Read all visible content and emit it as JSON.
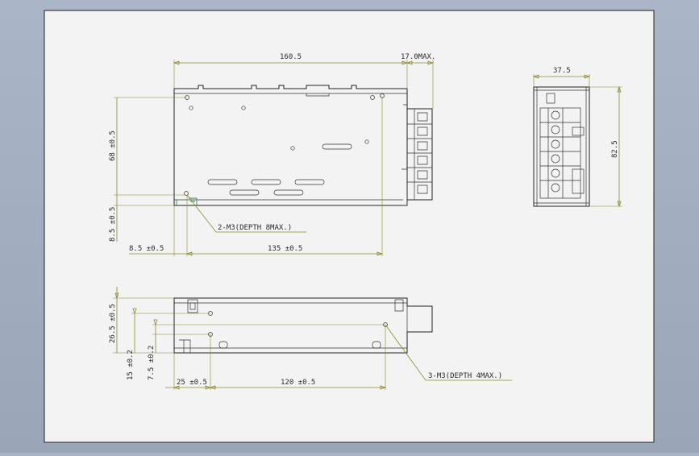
{
  "top_view": {
    "length": "160.5",
    "connector": "17.0MAX.",
    "height_68": "68 ±0.5",
    "base_offset": "8.5 ±0.5",
    "left_offset": "8.5 ±0.5",
    "hole_pitch": "135 ±0.5",
    "holes_note": "2-M3(DEPTH 8MAX.)"
  },
  "end_view": {
    "width": "37.5",
    "height": "82.5"
  },
  "side_view": {
    "v_26": "26.5 ±0.5",
    "v_15": "15 ±0.2",
    "v_7": "7.5 ±0.2",
    "h_25": "25 ±0.5",
    "h_120": "120 ±0.5",
    "holes_note": "3-M3(DEPTH 4MAX.)"
  }
}
